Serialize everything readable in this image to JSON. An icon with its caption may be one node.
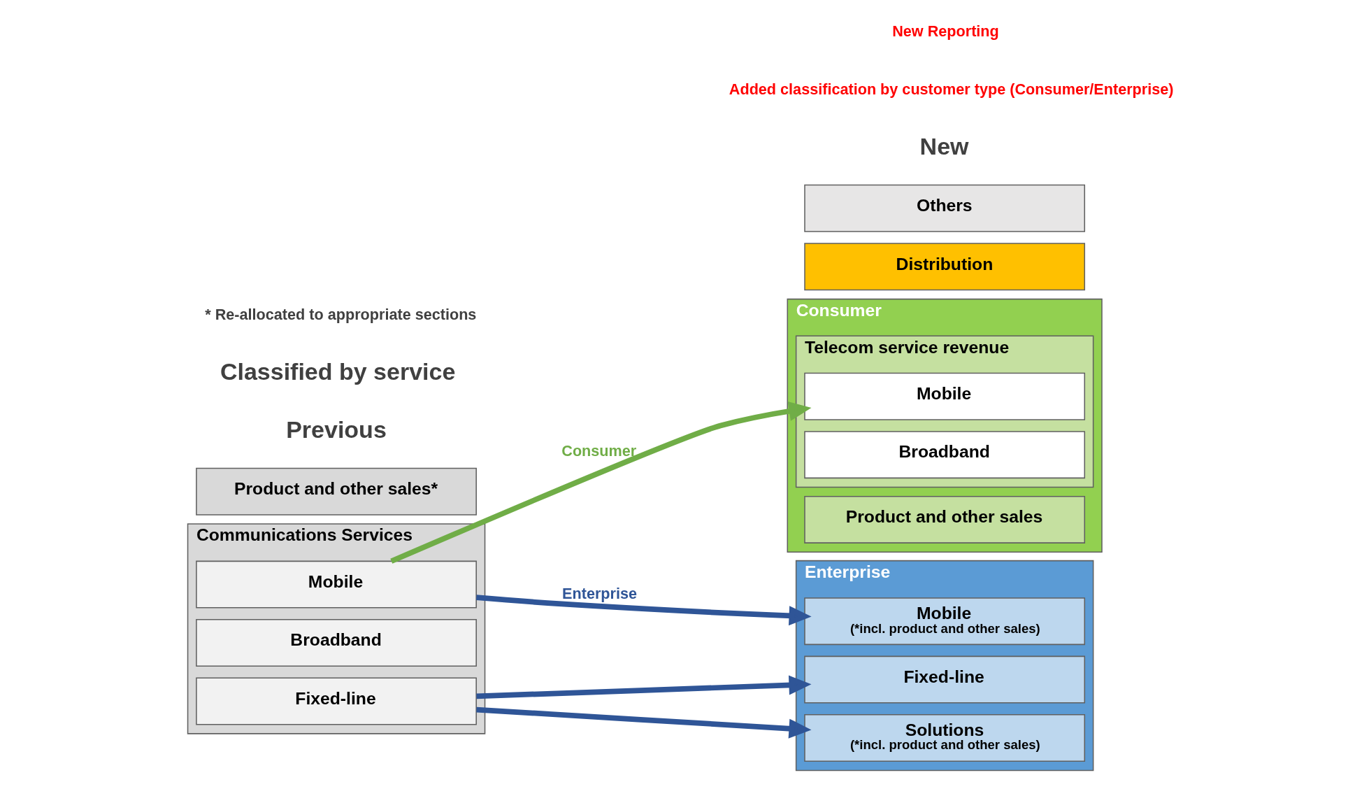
{
  "diagram": {
    "nodes": [
      {
        "text": [
          "Communications Services"
        ]
      },
      {
        "text": [
          "Mobile"
        ],
        "in": 0
      },
      {
        "text": [
          "Broadband"
        ],
        "in": 0
      },
      {
        "text": [
          "Fixed-line"
        ],
        "in": 0
      },
      {
        "text": [
          "Product and other sales*"
        ]
      },
      {
        "text": [
          "Consumer"
        ]
      },
      {
        "text": [
          "Telecom service revenue"
        ],
        "in": 5
      },
      {
        "text": [
          "Mobile"
        ],
        "in": 6
      },
      {
        "text": [
          "Broadband"
        ],
        "in": 6
      },
      {
        "text": [
          "Product and other sales"
        ],
        "in": 5
      },
      {
        "text": [
          "Enterprise"
        ]
      },
      {
        "text": [
          "Mobile",
          "(*incl. product and other sales)"
        ],
        "in": 10
      },
      {
        "text": [
          "Fixed-line"
        ],
        "in": 10
      },
      {
        "text": [
          "Solutions",
          "(*incl. product and other sales)"
        ],
        "in": 10
      },
      {
        "text": [
          "Distribution"
        ]
      },
      {
        "text": [
          "Others"
        ]
      }
    ],
    "edges": [
      {
        "from": 1,
        "to": 7,
        "arrow": "to",
        "label": "Consumer",
        "color": "#70ad47"
      },
      {
        "from": 1,
        "to": 11,
        "arrow": "to",
        "label": "Enterprise"
      },
      {
        "from": 3,
        "to": 12,
        "arrow": "to"
      },
      {
        "from": 3,
        "to": 13,
        "arrow": "to"
      }
    ],
    "labels": [
      "Previous",
      "Classified by service",
      "New",
      "Added classification by customer type (Consumer/Enterprise)",
      "* Re-allocated to appropriate sections",
      "New Reporting"
    ]
  }
}
